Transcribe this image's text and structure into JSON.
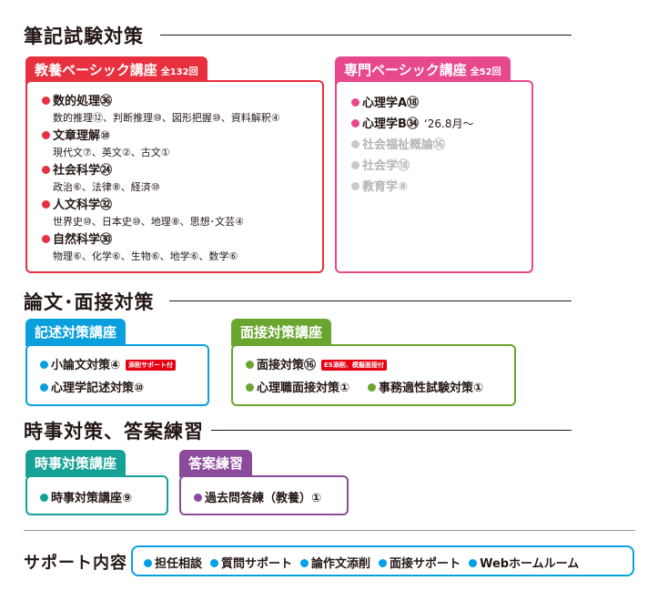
{
  "colors": {
    "red": "#e8303f",
    "pink": "#e8488c",
    "blue": "#0aa0de",
    "green": "#6aa62f",
    "teal": "#16a196",
    "purple": "#8c4a9b",
    "gray": "#b5b5b5"
  },
  "sections": {
    "written": "筆記試験対策",
    "essay": "論文･面接対策",
    "current": "時事対策、答案練習"
  },
  "kyoyo": {
    "title": "教養ベーシック講座",
    "count": "全132回",
    "groups": [
      {
        "name": "数的処理㊱",
        "detail": "数的推理⑫、判断推理⑩、図形把握⑩、資料解釈④"
      },
      {
        "name": "文章理解⑩",
        "detail": "現代文⑦、英文②、古文①"
      },
      {
        "name": "社会科学㉔",
        "detail": "政治⑥、法律⑧、経済⑩"
      },
      {
        "name": "人文科学㉜",
        "detail": "世界史⑩、日本史⑩、地理⑧、思想･文芸④"
      },
      {
        "name": "自然科学㉚",
        "detail": "物理⑥、化学⑥、生物⑥、地学⑥、数学⑥"
      }
    ]
  },
  "senmon": {
    "title": "専門ベーシック講座",
    "count": "全52回",
    "items": [
      {
        "name": "心理学A⑱",
        "note": ""
      },
      {
        "name": "心理学B㉞",
        "note": "‘26.8月～"
      },
      {
        "name": "社会福祉概論⑯",
        "note": ""
      },
      {
        "name": "社会学⑱",
        "note": ""
      },
      {
        "name": "教育学⑧",
        "note": ""
      }
    ]
  },
  "kijutsu": {
    "title": "記述対策講座",
    "items": [
      "小論文対策④",
      "心理学記述対策⑩"
    ],
    "tag": "添削サポート付"
  },
  "mensetsu": {
    "title": "面接対策講座",
    "items": [
      "面接対策⑯",
      "心理職面接対策①",
      "事務適性試験対策①"
    ],
    "tag": "ES添削、模擬面接付"
  },
  "jiji": {
    "title": "時事対策講座",
    "items": [
      "時事対策講座⑨"
    ]
  },
  "toan": {
    "title": "答案練習",
    "items": [
      "過去問答練（教養）①"
    ]
  },
  "support": {
    "label": "サポート内容",
    "items": [
      "担任相談",
      "質問サポート",
      "論作文添削",
      "面接サポート",
      "Webホームルーム"
    ]
  }
}
